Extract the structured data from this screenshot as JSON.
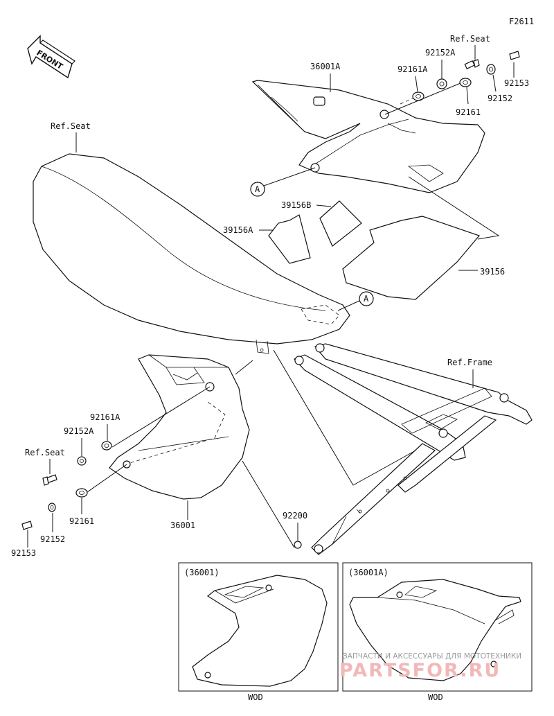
{
  "diagram": {
    "figure_code": "F2611",
    "front_label": "FRONT",
    "marker_a": "A",
    "labels": {
      "p36001A": "36001A",
      "ref_seat_top": "Ref.Seat",
      "p92152A_top": "92152A",
      "p92161A_top": "92161A",
      "p92153_top": "92153",
      "p92152_top": "92152",
      "p92161_top": "92161",
      "ref_seat_main": "Ref.Seat",
      "p39156B": "39156B",
      "p39156A": "39156A",
      "p39156": "39156",
      "ref_frame": "Ref.Frame",
      "p92161A_left": "92161A",
      "p92152A_left": "92152A",
      "ref_seat_left": "Ref.Seat",
      "p92161_left": "92161",
      "p92152_left": "92152",
      "p92153_left": "92153",
      "p36001": "36001",
      "p92200": "92200"
    },
    "insets": [
      {
        "title": "(36001)",
        "caption": "WOD"
      },
      {
        "title": "(36001A)",
        "caption": "WOD"
      }
    ]
  },
  "watermark": {
    "line1": "ЗАПЧАСТИ И АКСЕССУАРЫ ДЛЯ МОТОТЕХНИКИ",
    "line2": "PARTSFOR.RU"
  }
}
